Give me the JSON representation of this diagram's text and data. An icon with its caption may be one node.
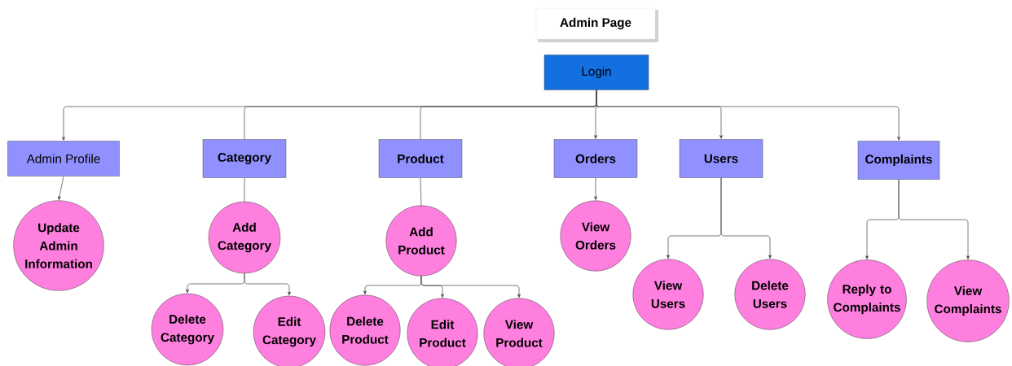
{
  "diagram": {
    "title": "Admin Page",
    "nodes": [
      {
        "text": [
          "Login"
        ]
      },
      {
        "text": [
          "Admin Profile"
        ]
      },
      {
        "text": [
          "Category"
        ]
      },
      {
        "text": [
          "Product"
        ]
      },
      {
        "text": [
          "Orders"
        ]
      },
      {
        "text": [
          "Users"
        ]
      },
      {
        "text": [
          "Complaints"
        ]
      },
      {
        "text": [
          "Update Admin Information"
        ]
      },
      {
        "text": [
          "Add Category"
        ]
      },
      {
        "text": [
          "Delete Category"
        ]
      },
      {
        "text": [
          "Edit Category"
        ]
      },
      {
        "text": [
          "Add Product"
        ]
      },
      {
        "text": [
          "Delete Product"
        ]
      },
      {
        "text": [
          "Edit Product"
        ]
      },
      {
        "text": [
          "View Product"
        ]
      },
      {
        "text": [
          "View Orders"
        ]
      },
      {
        "text": [
          "View Users"
        ]
      },
      {
        "text": [
          "Delete Users"
        ]
      },
      {
        "text": [
          "Reply to Complaints"
        ]
      },
      {
        "text": [
          "View Complaints"
        ]
      }
    ],
    "edges": [
      {
        "from": 0,
        "to": 1,
        "arrow": "to"
      },
      {
        "from": 0,
        "to": 2,
        "arrow": "none"
      },
      {
        "from": 0,
        "to": 3,
        "arrow": "none"
      },
      {
        "from": 0,
        "to": 4,
        "arrow": "to"
      },
      {
        "from": 0,
        "to": 5,
        "arrow": "to"
      },
      {
        "from": 0,
        "to": 6,
        "arrow": "to"
      },
      {
        "from": 1,
        "to": 7,
        "arrow": "to"
      },
      {
        "from": 2,
        "to": 8,
        "arrow": "none"
      },
      {
        "from": 8,
        "to": 9,
        "arrow": "to"
      },
      {
        "from": 8,
        "to": 10,
        "arrow": "to"
      },
      {
        "from": 3,
        "to": 11,
        "arrow": "none"
      },
      {
        "from": 11,
        "to": 12,
        "arrow": "to"
      },
      {
        "from": 11,
        "to": 13,
        "arrow": "to"
      },
      {
        "from": 11,
        "to": 14,
        "arrow": "to"
      },
      {
        "from": 4,
        "to": 15,
        "arrow": "to"
      },
      {
        "from": 5,
        "to": 16,
        "arrow": "to"
      },
      {
        "from": 5,
        "to": 17,
        "arrow": "to"
      },
      {
        "from": 6,
        "to": 18,
        "arrow": "to"
      },
      {
        "from": 6,
        "to": 19,
        "arrow": "to"
      }
    ]
  }
}
